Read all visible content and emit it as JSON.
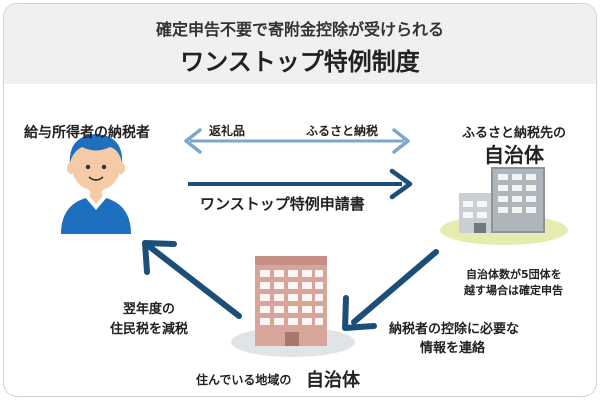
{
  "header": {
    "subtitle": "確定申告不要で寄附金控除が受けられる",
    "title": "ワンストップ特例制度"
  },
  "taxpayer": {
    "label": "給与所得者の納税者"
  },
  "furusato_city": {
    "label_top": "ふるさと納税先の",
    "label_main": "自治体",
    "note_line1": "自治体数が5団体を",
    "note_line2": "越す場合は確定申告"
  },
  "local_city": {
    "label_prefix": "住んでいる地域の",
    "label_main": "自治体"
  },
  "arrows": {
    "gift_label": "返礼品",
    "donation_label": "ふるさと納税",
    "application_label": "ワンストップ特例申請書",
    "notify_line1": "納税者の控除に必要な",
    "notify_line2": "情報を連絡",
    "reduce_line1": "翌年度の",
    "reduce_line2": "住民税を減税"
  },
  "colors": {
    "navy": "#1b4f7a",
    "light_blue": "#7ba7cc",
    "person_blue": "#1f6fbf",
    "skin": "#f5cba7",
    "header_bg": "#eef0f2"
  }
}
